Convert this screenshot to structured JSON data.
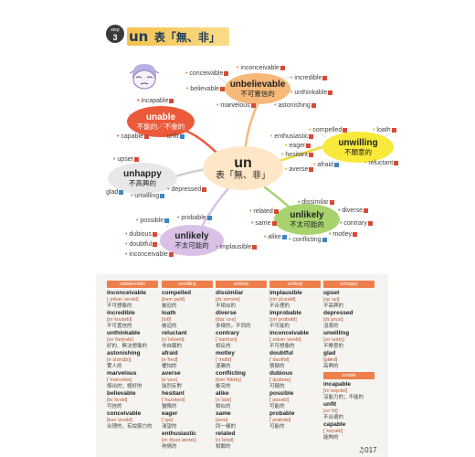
{
  "header": {
    "step_label": "step",
    "step_number": "3",
    "title_word": "un",
    "title_meaning": "表「無、非」"
  },
  "mindmap": {
    "center": {
      "word": "un",
      "meaning": "表「無、非」"
    },
    "bubbles": {
      "unbelievable": {
        "word": "unbelievable",
        "meaning": "不可置信的"
      },
      "unable": {
        "word": "unable",
        "meaning": "不能的／不會的"
      },
      "unwilling": {
        "word": "unwilling",
        "meaning": "不願意的"
      },
      "unhappy": {
        "word": "unhappy",
        "meaning": "不高興的"
      },
      "unlikely1": {
        "word": "unlikely",
        "meaning": "不太可能的"
      },
      "unlikely2": {
        "word": "unlikely",
        "meaning": "不太可能的"
      }
    },
    "words": {
      "inconceivable": "inconceivable",
      "conceivable": "conceivable",
      "incredible": "incredible",
      "believable": "believable",
      "unthinkable": "unthinkable",
      "marvelous": "marvelous",
      "astonishing": "astonishing",
      "incapable": "incapable",
      "capable": "capable",
      "unfit": "unfit",
      "compelled": "compelled",
      "loath": "loath",
      "enthusiastic": "enthusiastic",
      "eager": "eager",
      "hesitant": "hesitant",
      "afraid": "afraid",
      "reluctant": "reluctant",
      "averse": "averse",
      "upset": "upset",
      "glad": "glad",
      "depressed": "depressed",
      "unwilling": "unwilling",
      "dissimilar": "dissimilar",
      "related": "related",
      "diverse": "diverse",
      "same": "same",
      "contrary": "contrary",
      "alike": "alike",
      "motley": "motley",
      "conflicting": "conflicting",
      "possible": "possible",
      "probable": "probable",
      "dubious": "dubious",
      "doubtful": "doubtful",
      "inconceivable2": "inconceivable",
      "implausible": "implausible"
    }
  },
  "glossary": {
    "columns": [
      {
        "tab": "unbelievable",
        "entries": [
          {
            "word": "inconceivable",
            "phon": "[ˌɪnkən`sivəbl]",
            "meaning": "不可想像的"
          },
          {
            "word": "incredible",
            "phon": "[ɪn`krɛdəbl]",
            "meaning": "不可置信的"
          },
          {
            "word": "unthinkable",
            "phon": "[ʌn`θɪŋkəbl]",
            "meaning": "好的、無法想像的"
          },
          {
            "word": "astonishing",
            "phon": "[ə`stɑnɪʃɪŋ]",
            "meaning": "驚人的"
          },
          {
            "word": "marvelous",
            "phon": "[`mɑrvələs]",
            "meaning": "傑出的；極好的"
          },
          {
            "word": "believable",
            "phon": "[bɪ`livəbl]",
            "meaning": "可信的"
          },
          {
            "word": "conceivable",
            "phon": "[kən`sivəbl]",
            "meaning": "合理的，有說服力的"
          }
        ]
      },
      {
        "tab": "unwilling",
        "entries": [
          {
            "word": "compelled",
            "phon": "[kəm`pɛld]",
            "meaning": "被迫的"
          },
          {
            "word": "loath",
            "phon": "[loθ]",
            "meaning": "被迫的"
          },
          {
            "word": "reluctant",
            "phon": "[rɪ`lʌktənt]",
            "meaning": "非自願的"
          },
          {
            "word": "afraid",
            "phon": "[ə`fred]",
            "meaning": "懼怕的"
          },
          {
            "word": "averse",
            "phon": "[ə`vɝs]",
            "meaning": "強烈反對"
          },
          {
            "word": "hesitant",
            "phon": "[`hɛzətənt]",
            "meaning": "猶豫的"
          },
          {
            "word": "eager",
            "phon": "[`igə]",
            "meaning": "渴望的"
          },
          {
            "word": "enthusiastic",
            "phon": "[ɪnˌθjuzɪ`æstɪk]",
            "meaning": "熱情的"
          }
        ]
      },
      {
        "tab": "unlikely",
        "entries": [
          {
            "word": "dissimilar",
            "phon": "[dɪ`sɪmələ]",
            "meaning": "不相似的"
          },
          {
            "word": "diverse",
            "phon": "[daɪ`vɝs]",
            "meaning": "多樣的，不同的"
          },
          {
            "word": "contrary",
            "phon": "[`kɑntrɛrɪ]",
            "meaning": "相反的"
          },
          {
            "word": "motley",
            "phon": "[`mɑtlɪ]",
            "meaning": "混雜的"
          },
          {
            "word": "conflicting",
            "phon": "[kən`flɪktɪŋ]",
            "meaning": "衝突的"
          },
          {
            "word": "alike",
            "phon": "[ə`laɪk]",
            "meaning": "相似的"
          },
          {
            "word": "same",
            "phon": "[sem]",
            "meaning": "同一樣的"
          },
          {
            "word": "related",
            "phon": "[rɪ`letɪd]",
            "meaning": "相關的"
          }
        ]
      },
      {
        "tab": "unlikely",
        "entries": [
          {
            "word": "implausible",
            "phon": "[ɪm`plɔzəbl]",
            "meaning": "不合理的"
          },
          {
            "word": "improbable",
            "phon": "[ɪm`prɑbəbl]",
            "meaning": "不可能的"
          },
          {
            "word": "inconceivable",
            "phon": "[ˌɪnkən`sivəbl]",
            "meaning": "不可想像的"
          },
          {
            "word": "doubtful",
            "phon": "[`daʊtfəl]",
            "meaning": "懷疑的"
          },
          {
            "word": "dubious",
            "phon": "[`djubɪəs]",
            "meaning": "可疑的"
          },
          {
            "word": "possible",
            "phon": "[`pɑsəbl]",
            "meaning": "可能的"
          },
          {
            "word": "probable",
            "phon": "[`prɑbəbl]",
            "meaning": "可能的"
          }
        ]
      },
      {
        "tab": "unhappy",
        "entries": [
          {
            "word": "upset",
            "phon": "[ʌp`sɛt]",
            "meaning": "不高興的"
          },
          {
            "word": "depressed",
            "phon": "[dɪ`prɛst]",
            "meaning": "沮喪的"
          },
          {
            "word": "unwilling",
            "phon": "[ʌn`wɪlɪŋ]",
            "meaning": "不樂意的"
          },
          {
            "word": "glad",
            "phon": "[glæd]",
            "meaning": "高興的"
          }
        ],
        "tab2": "unable",
        "entries2": [
          {
            "word": "incapable",
            "phon": "[ɪn`kepəbl]",
            "meaning": "沒能力的；不能的"
          },
          {
            "word": "unfit",
            "phon": "[ʌn`fɪt]",
            "meaning": "不合適的"
          },
          {
            "word": "capable",
            "phon": "[`kepəbl]",
            "meaning": "能夠的"
          }
        ]
      }
    ]
  },
  "audio": {
    "icon": "music-note-icon",
    "track": "017"
  },
  "colors": {
    "banner": "#f6c24d",
    "tab": "#ee7f4a",
    "accent_red": "#d84a35",
    "accent_blue": "#3d86c6"
  }
}
